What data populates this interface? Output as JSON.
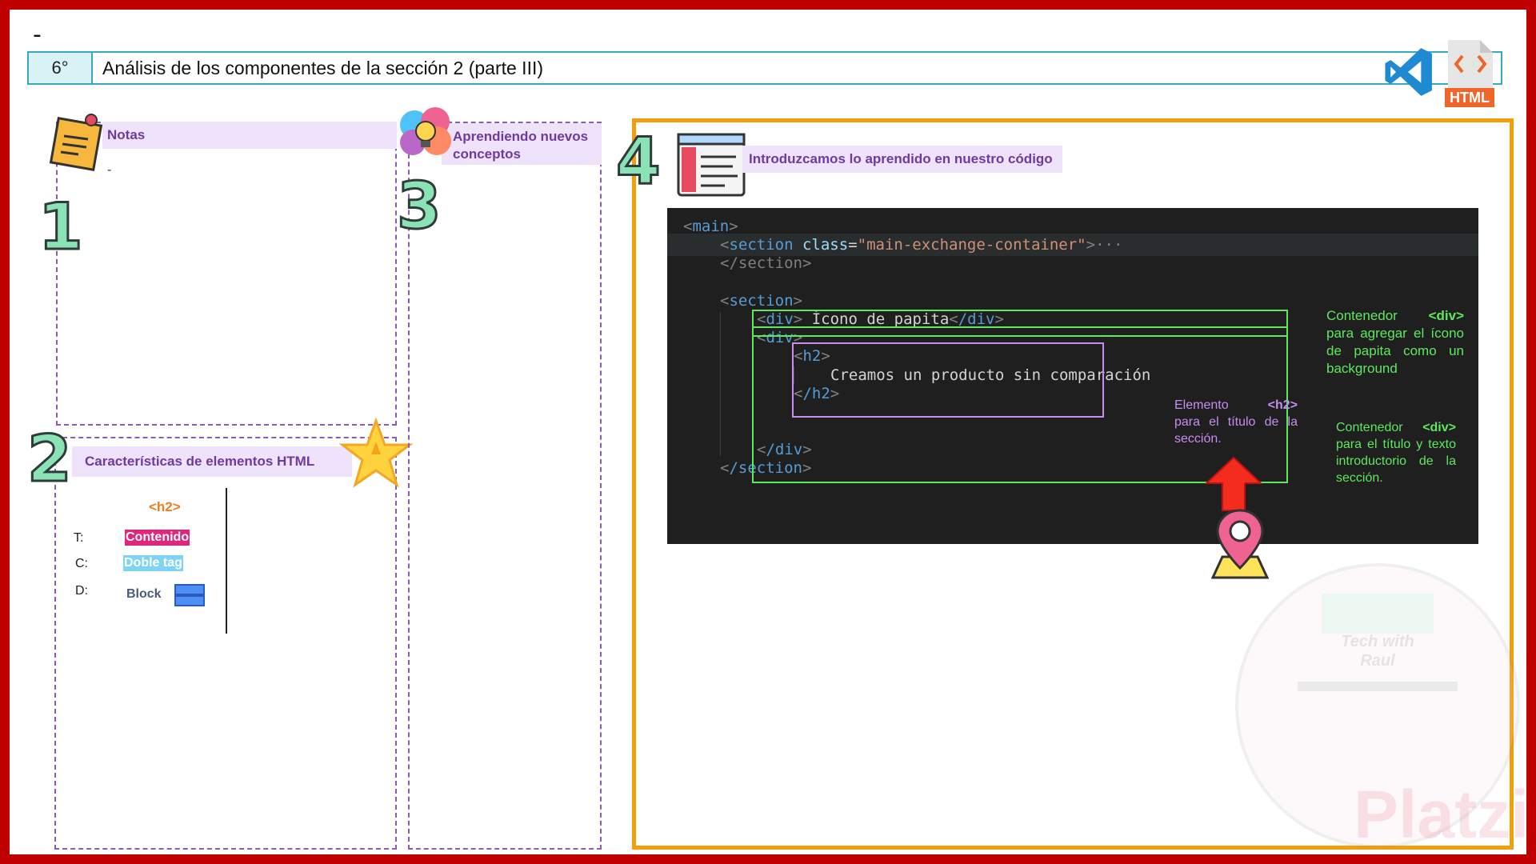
{
  "header": {
    "dash": "-",
    "class_number": "6°",
    "title": "Análisis de los componentes de la sección 2 (parte III)",
    "icons": [
      "vscode-icon",
      "html-file-icon"
    ],
    "html_icon_label": "HTML"
  },
  "panel1": {
    "number": "1",
    "label": "Notas",
    "note": "-",
    "icon": "sticky-note-icon"
  },
  "panel2": {
    "number": "2",
    "label": "Características de elementos HTML",
    "icon": "star-icon",
    "element_tag": "<h2>",
    "rows": [
      {
        "key": "T:",
        "value": "Contenido",
        "color": "#e0267a"
      },
      {
        "key": "C:",
        "value": "Doble tag",
        "color": "#7fd3f5"
      },
      {
        "key": "D:",
        "value": "Block",
        "color": "#3f6fd1"
      }
    ]
  },
  "panel3": {
    "number": "3",
    "label": "Aprendiendo nuevos conceptos",
    "icon": "brain-lightbulb-icon"
  },
  "panel4": {
    "number": "4",
    "label": "Introduzcamos lo aprendido en nuestro código",
    "icon": "code-file-icon",
    "code": {
      "l1_tag": "main",
      "l2_tag": "section",
      "l2_attr": "class",
      "l2_eq": "=",
      "l2_value": "\"main-exchange-container\"",
      "l2_ellipsis": "···",
      "l3_tag": "/section",
      "l4_tag": "section",
      "l5_tag": "div",
      "l5_text": "Ícono de papita",
      "l5_close": "/div",
      "l6_tag": "div",
      "l7_tag": "h2",
      "l8_text": "Creamos un producto sin comparación",
      "l9_tag": "/h2",
      "l10_tag": "/div",
      "l11_tag": "/section",
      "lt": "<",
      "gt": ">"
    },
    "annotations": {
      "div1_a": "Contenedor",
      "div1_tag": "<div>",
      "div1_b": "para agregar el ícono de papita como un background",
      "h2_a": "Elemento",
      "h2_tag": "<h2>",
      "h2_b": "para el título de la sección.",
      "div2_a": "Contenedor",
      "div2_tag": "<div>",
      "div2_b": "para el título y texto introductorio de la sección."
    },
    "marker_icons": [
      "red-arrow-up-icon",
      "map-pin-icon"
    ]
  },
  "watermark": {
    "brand": "Platzi",
    "badge_line1": "Tech with",
    "badge_line2": "Raul"
  },
  "colors": {
    "frame_red": "#c00000",
    "title_border": "#35aabd",
    "panel_purple": "#8a5db0",
    "highlight_orange": "#f59e0b",
    "code_bg": "#1f1f1f",
    "annotation_green": "#5ee85e",
    "annotation_purple": "#c78ef0"
  }
}
